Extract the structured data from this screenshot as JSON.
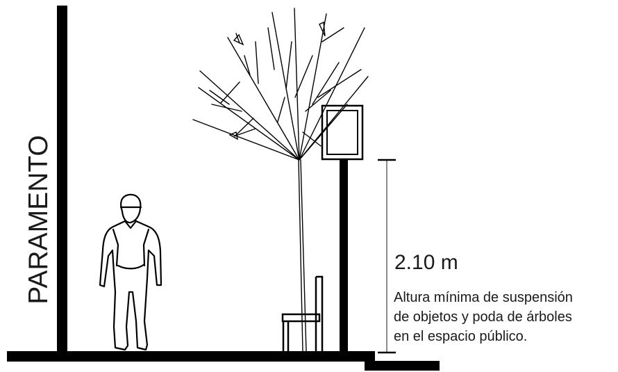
{
  "wall_label": "PARAMENTO",
  "dimension": {
    "value": "2.10 m",
    "caption_lines": [
      "Altura mínima de suspensión",
      "de objetos y poda de árboles",
      "en el espacio público."
    ]
  },
  "colors": {
    "ink": "#000000",
    "dimension_line": "#666666",
    "background": "#ffffff"
  }
}
